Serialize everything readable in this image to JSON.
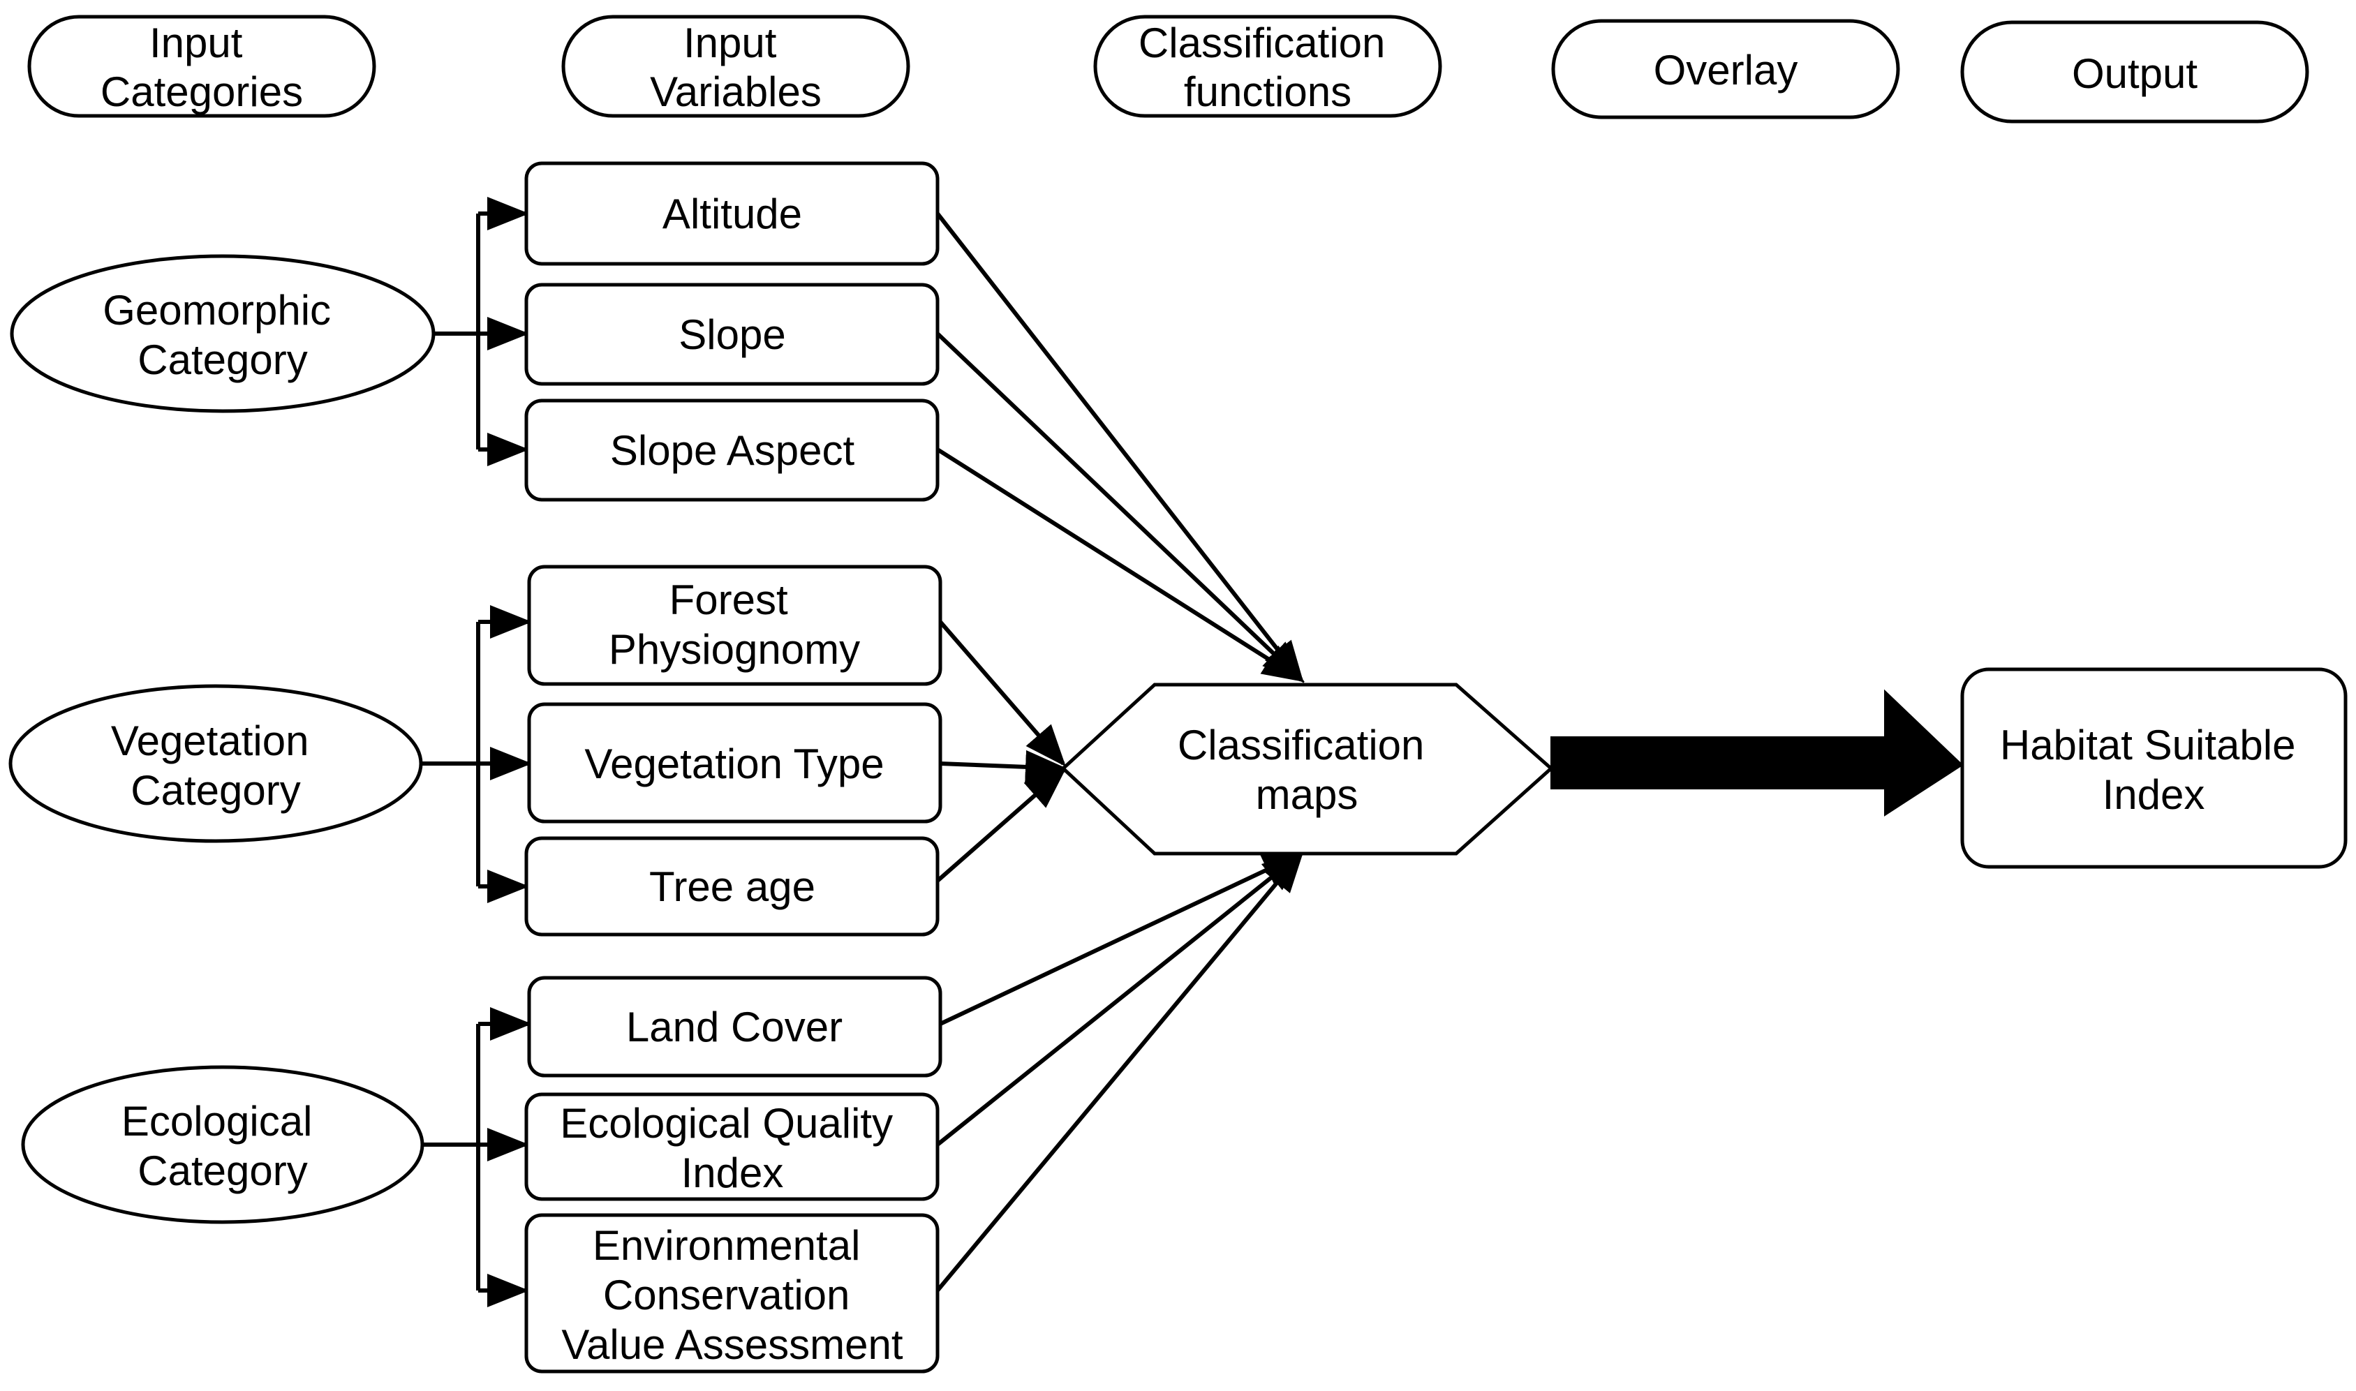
{
  "headers": {
    "input_categories": [
      "Input",
      "Categories"
    ],
    "input_variables": [
      "Input",
      "Variables"
    ],
    "classification_functions": [
      "Classification",
      "functions"
    ],
    "overlay": [
      "Overlay"
    ],
    "output": [
      "Output"
    ]
  },
  "categories": {
    "geomorphic": [
      "Geomorphic",
      "Category"
    ],
    "vegetation": [
      "Vegetation",
      "Category"
    ],
    "ecological": [
      "Ecological",
      "Category"
    ]
  },
  "variables": {
    "altitude": [
      "Altitude"
    ],
    "slope": [
      "Slope"
    ],
    "slope_aspect": [
      "Slope Aspect"
    ],
    "forest_physiognomy": [
      "Forest",
      "Physiognomy"
    ],
    "vegetation_type": [
      "Vegetation Type"
    ],
    "tree_age": [
      "Tree age"
    ],
    "land_cover": [
      "Land Cover"
    ],
    "ecological_quality_index": [
      "Ecological Quality",
      "Index"
    ],
    "environmental_conservation": [
      "Environmental",
      "Conservation",
      "Value Assessment"
    ]
  },
  "classification_maps": [
    "Classification",
    "maps"
  ],
  "output_box": [
    "Habitat Suitable",
    "Index"
  ]
}
